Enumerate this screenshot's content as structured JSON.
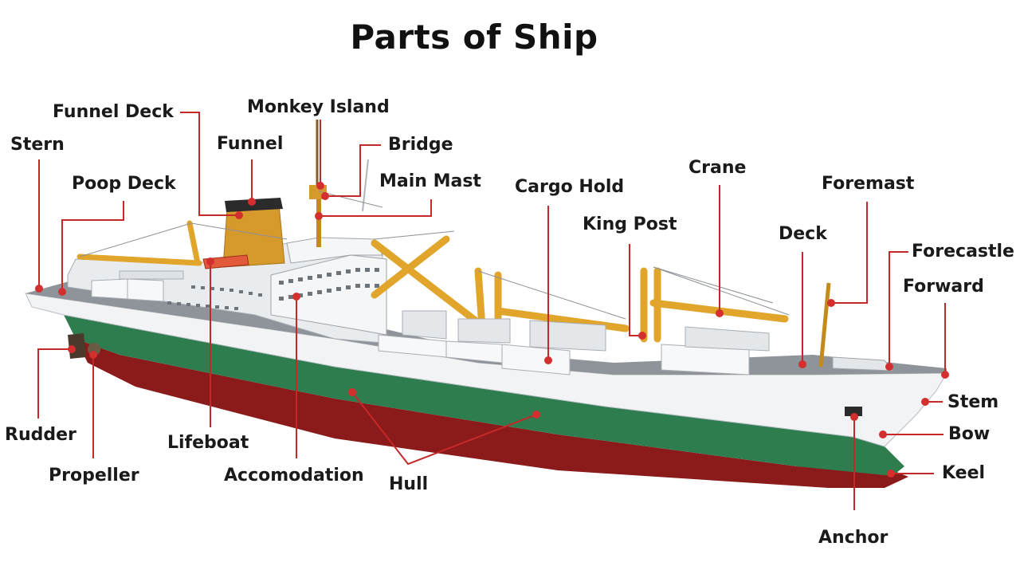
{
  "title": "Parts of Ship",
  "labels": {
    "funnel_deck": "Funnel Deck",
    "monkey_island": "Monkey Island",
    "stern": "Stern",
    "funnel": "Funnel",
    "bridge": "Bridge",
    "poop_deck": "Poop Deck",
    "main_mast": "Main Mast",
    "cargo_hold": "Cargo Hold",
    "crane": "Crane",
    "foremast": "Foremast",
    "king_post": "King Post",
    "deck": "Deck",
    "forecastle": "Forecastle",
    "forward": "Forward",
    "stem": "Stem",
    "bow": "Bow",
    "keel": "Keel",
    "anchor": "Anchor",
    "rudder": "Rudder",
    "propeller": "Propeller",
    "lifeboat": "Lifeboat",
    "accomodation": "Accomodation",
    "hull": "Hull"
  },
  "colors": {
    "leader_line": "#c62828",
    "hull_green": "#2e7d4f",
    "hull_red": "#8b1a1a",
    "superstructure": "#eef0f2",
    "crane_yellow": "#e0a52a",
    "funnel": "#d69a2c"
  }
}
